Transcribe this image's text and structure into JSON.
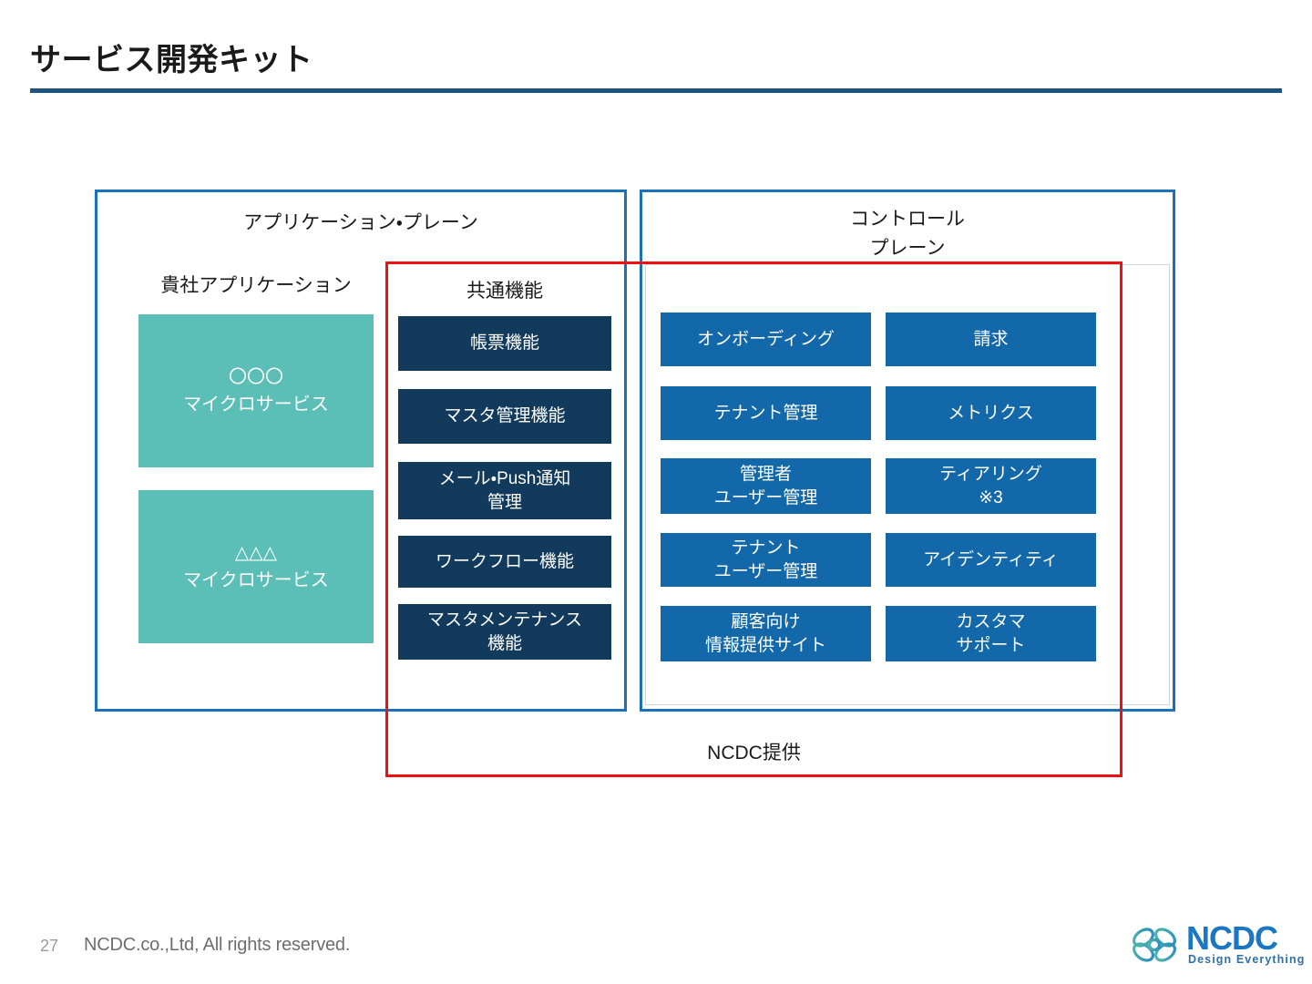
{
  "slide": {
    "title": "サービス開発キット",
    "accent_rule_color": "#1f5480"
  },
  "application_plane": {
    "heading": "アプリケーション・プレーン",
    "border_color": "#1b72b8",
    "your_apps": {
      "heading": "貴社アプリケーション",
      "box_color": "#5cbfb7",
      "items": [
        {
          "line1": "〇〇〇",
          "line2": "マイクロサービス"
        },
        {
          "line1": "△△△",
          "line2": "マイクロサービス"
        }
      ]
    },
    "common_functions": {
      "heading": "共通機能",
      "box_color": "#123a5c",
      "items": [
        "帳票機能",
        "マスタ管理機能",
        "メール・Push通知\n管理",
        "ワークフロー機能",
        "マスタメンテナンス\n機能"
      ]
    }
  },
  "control_plane": {
    "heading": "コントロール\nプレーン",
    "border_color": "#1b72b8",
    "box_color": "#1268a8",
    "items": [
      "オンボーディング",
      "請求",
      "テナント管理",
      "メトリクス",
      "管理者\nユーザー管理",
      "ティアリング\n※3",
      "テナント\nユーザー管理",
      "アイデンティティ",
      "顧客向け\n情報提供サイト",
      "カスタマ\nサポート"
    ]
  },
  "ncdc_scope": {
    "label": "NCDC提供",
    "border_color": "#ee1111"
  },
  "footer": {
    "page_number": "27",
    "copyright": "NCDC.co.,Ltd, All rights reserved.",
    "logo_wordmark": "NCDC",
    "logo_tagline": "Design Everything",
    "logo_color_start": "#4fb3ac",
    "logo_color_end": "#1b76c4"
  }
}
